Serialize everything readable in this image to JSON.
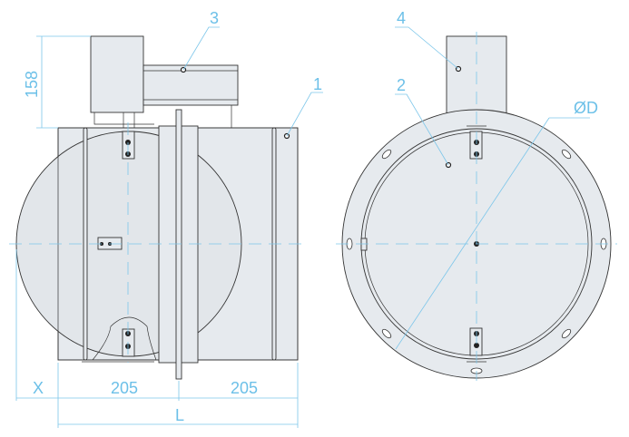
{
  "labels": {
    "part_1": "1",
    "part_2": "2",
    "part_3": "3",
    "part_4": "4",
    "diameter": "ØD",
    "height_158": "158",
    "offset_x": "X",
    "dim_left_205": "205",
    "dim_right_205": "205",
    "length": "L"
  },
  "colors": {
    "dimension": "#7cc6ea",
    "body": "#e6eaee",
    "outline": "#333333"
  }
}
